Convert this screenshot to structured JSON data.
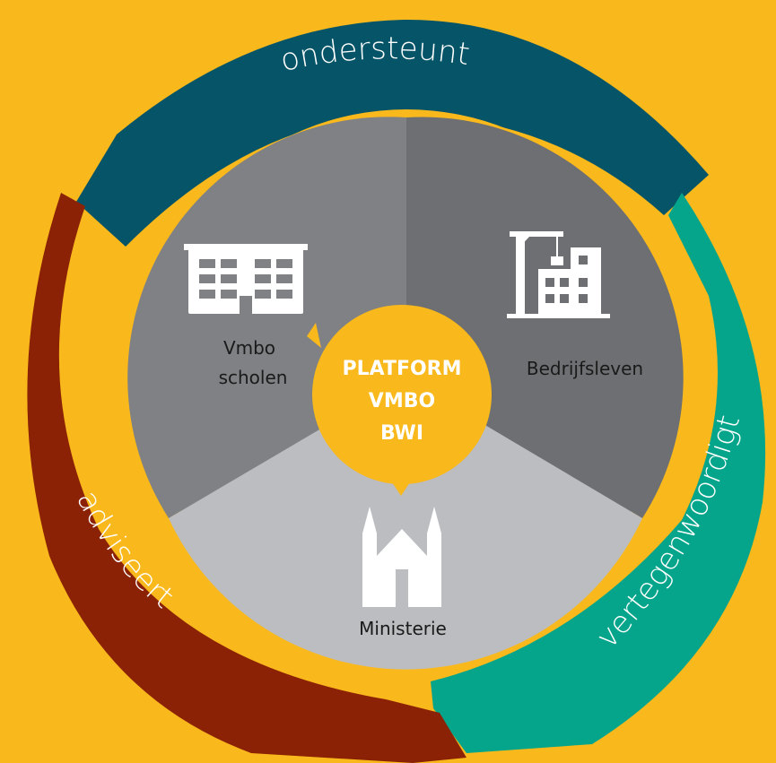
{
  "diagram": {
    "background_color": "#f9b81b",
    "center": {
      "lines": [
        "PLATFORM",
        "VMBO",
        "BWI"
      ],
      "color": "#f9b81b"
    },
    "segments": [
      {
        "id": "schools",
        "lines": [
          "Vmbo",
          "scholen"
        ],
        "icon": "school-building-icon",
        "color": "#7f8184"
      },
      {
        "id": "business",
        "lines": [
          "Bedrijfsleven"
        ],
        "icon": "construction-crane-icon",
        "color": "#6e6f72"
      },
      {
        "id": "ministry",
        "lines": [
          "Ministerie"
        ],
        "icon": "church-building-icon",
        "color": "#bcbdc0"
      }
    ],
    "arrows": [
      {
        "id": "supports",
        "label": "ondersteunt",
        "color": "#065467"
      },
      {
        "id": "represents",
        "label": "vertegenwoordigt",
        "color": "#05a58b"
      },
      {
        "id": "advises",
        "label": "adviseert",
        "color": "#8b2206"
      }
    ]
  }
}
